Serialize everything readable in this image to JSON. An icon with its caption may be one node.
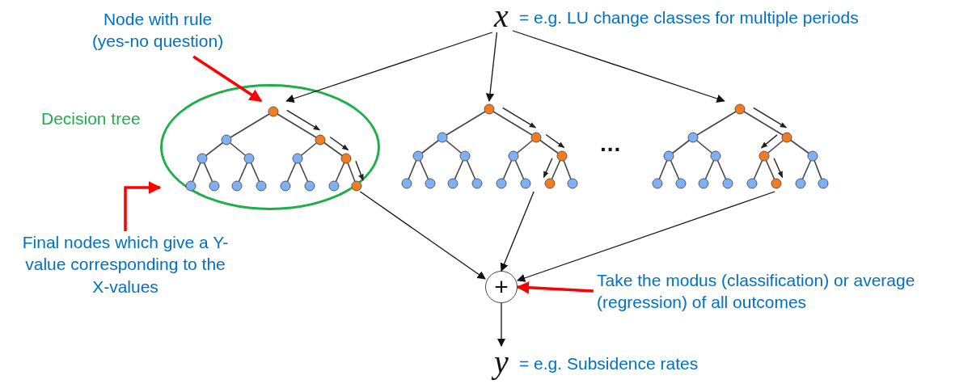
{
  "diagram": {
    "nodes": [
      {
        "text": [
          "x"
        ],
        "beside": [
          "= e.g. LU change classes for multiple periods"
        ]
      },
      {
        "text": [
          "Node with rule (yes-no question)"
        ]
      },
      {
        "text": [
          "Decision tree"
        ]
      },
      {
        "text": [],
        "shape": "tree",
        "in": 2
      },
      {
        "text": [],
        "shape": "tree"
      },
      {
        "text": [],
        "shape": "tree"
      },
      {
        "text": [
          "Final nodes which give a Y-value corresponding to the X-values"
        ]
      },
      {
        "text": [
          "+"
        ]
      },
      {
        "text": [
          "Take the modus (classification) or average (regression) of all outcomes"
        ]
      },
      {
        "text": [
          "y"
        ],
        "beside": [
          "= e.g. Subsidence rates"
        ]
      }
    ],
    "edges": [
      {
        "from": 0,
        "to": 3,
        "arrow": "to"
      },
      {
        "from": 0,
        "to": 4,
        "arrow": "to"
      },
      {
        "from": 0,
        "to": 5,
        "arrow": "to"
      },
      {
        "from": 1,
        "to": 3,
        "arrow": "to",
        "style": "thick",
        "color": "#ff0000"
      },
      {
        "from": 6,
        "to": 2,
        "arrow": "to",
        "style": "thick",
        "color": "#ff0000"
      },
      {
        "from": 3,
        "to": 7,
        "arrow": "to"
      },
      {
        "from": 4,
        "to": 7,
        "arrow": "to"
      },
      {
        "from": 5,
        "to": 7,
        "arrow": "to"
      },
      {
        "from": 8,
        "to": 7,
        "arrow": "to",
        "style": "thick",
        "color": "#ff0000"
      },
      {
        "from": 7,
        "to": 9,
        "arrow": "to"
      }
    ],
    "labels": [
      "..."
    ]
  }
}
